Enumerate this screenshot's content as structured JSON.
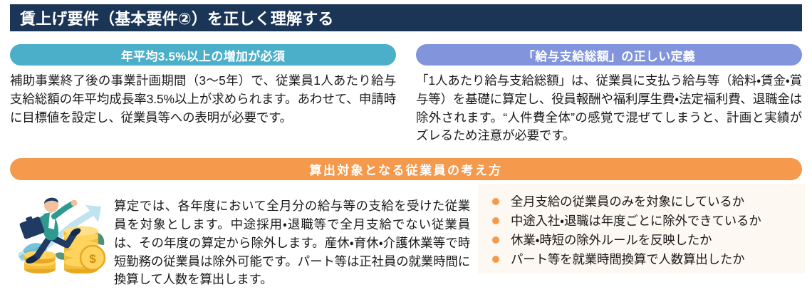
{
  "header": {
    "title": "賃上げ要件（基本要件②）を正しく理解する",
    "bar_color": "#1b3557"
  },
  "columns": {
    "left": {
      "pill_label": "年平均3.5%以上の増加が必須",
      "pill_color": "#4bafc9",
      "body": "補助事業終了後の事業計画期間（3〜5年）で、従業員1人あたり給与支給総額の年平均成長率3.5%以上が求められます。あわせて、申請時に目標値を設定し、従業員等への表明が必要です。"
    },
    "right": {
      "pill_label": "「給与支給総額」の正しい定義",
      "pill_color": "#8194dc",
      "body": "「1人あたり給与支給総額」は、従業員に支払う給与等（給料・賃金・賞与等）を基礎に算定し、役員報酬や福利厚生費・法定福利費、退職金は除外されます。“人件費全体”の感覚で混ぜてしまうと、計画と実績がズレるため注意が必要です。"
    }
  },
  "banner": {
    "label": "算出対象となる従業員の考え方",
    "color": "#f59a4d"
  },
  "bottom": {
    "illustration_name": "businessman-climbing-coins-growth-arrow",
    "body": "算定では、各年度において全月分の給与等の支給を受けた従業員を対象とします。中途採用・退職等で全月支給でない従業員は、その年度の算定から除外します。産休・育休・介護休業等で時短勤務の従業員は除外可能です。パート等は正社員の就業時間に換算して人数を算出します。",
    "panel_color": "#fdf8f1",
    "bullet_color": "#f59a4d",
    "checklist": [
      "全月支給の従業員のみを対象にしているか",
      "中途入社・退職は年度ごとに除外できているか",
      "休業・時短の除外ルールを反映したか",
      "パート等を就業時間換算で人数算出したか"
    ]
  }
}
